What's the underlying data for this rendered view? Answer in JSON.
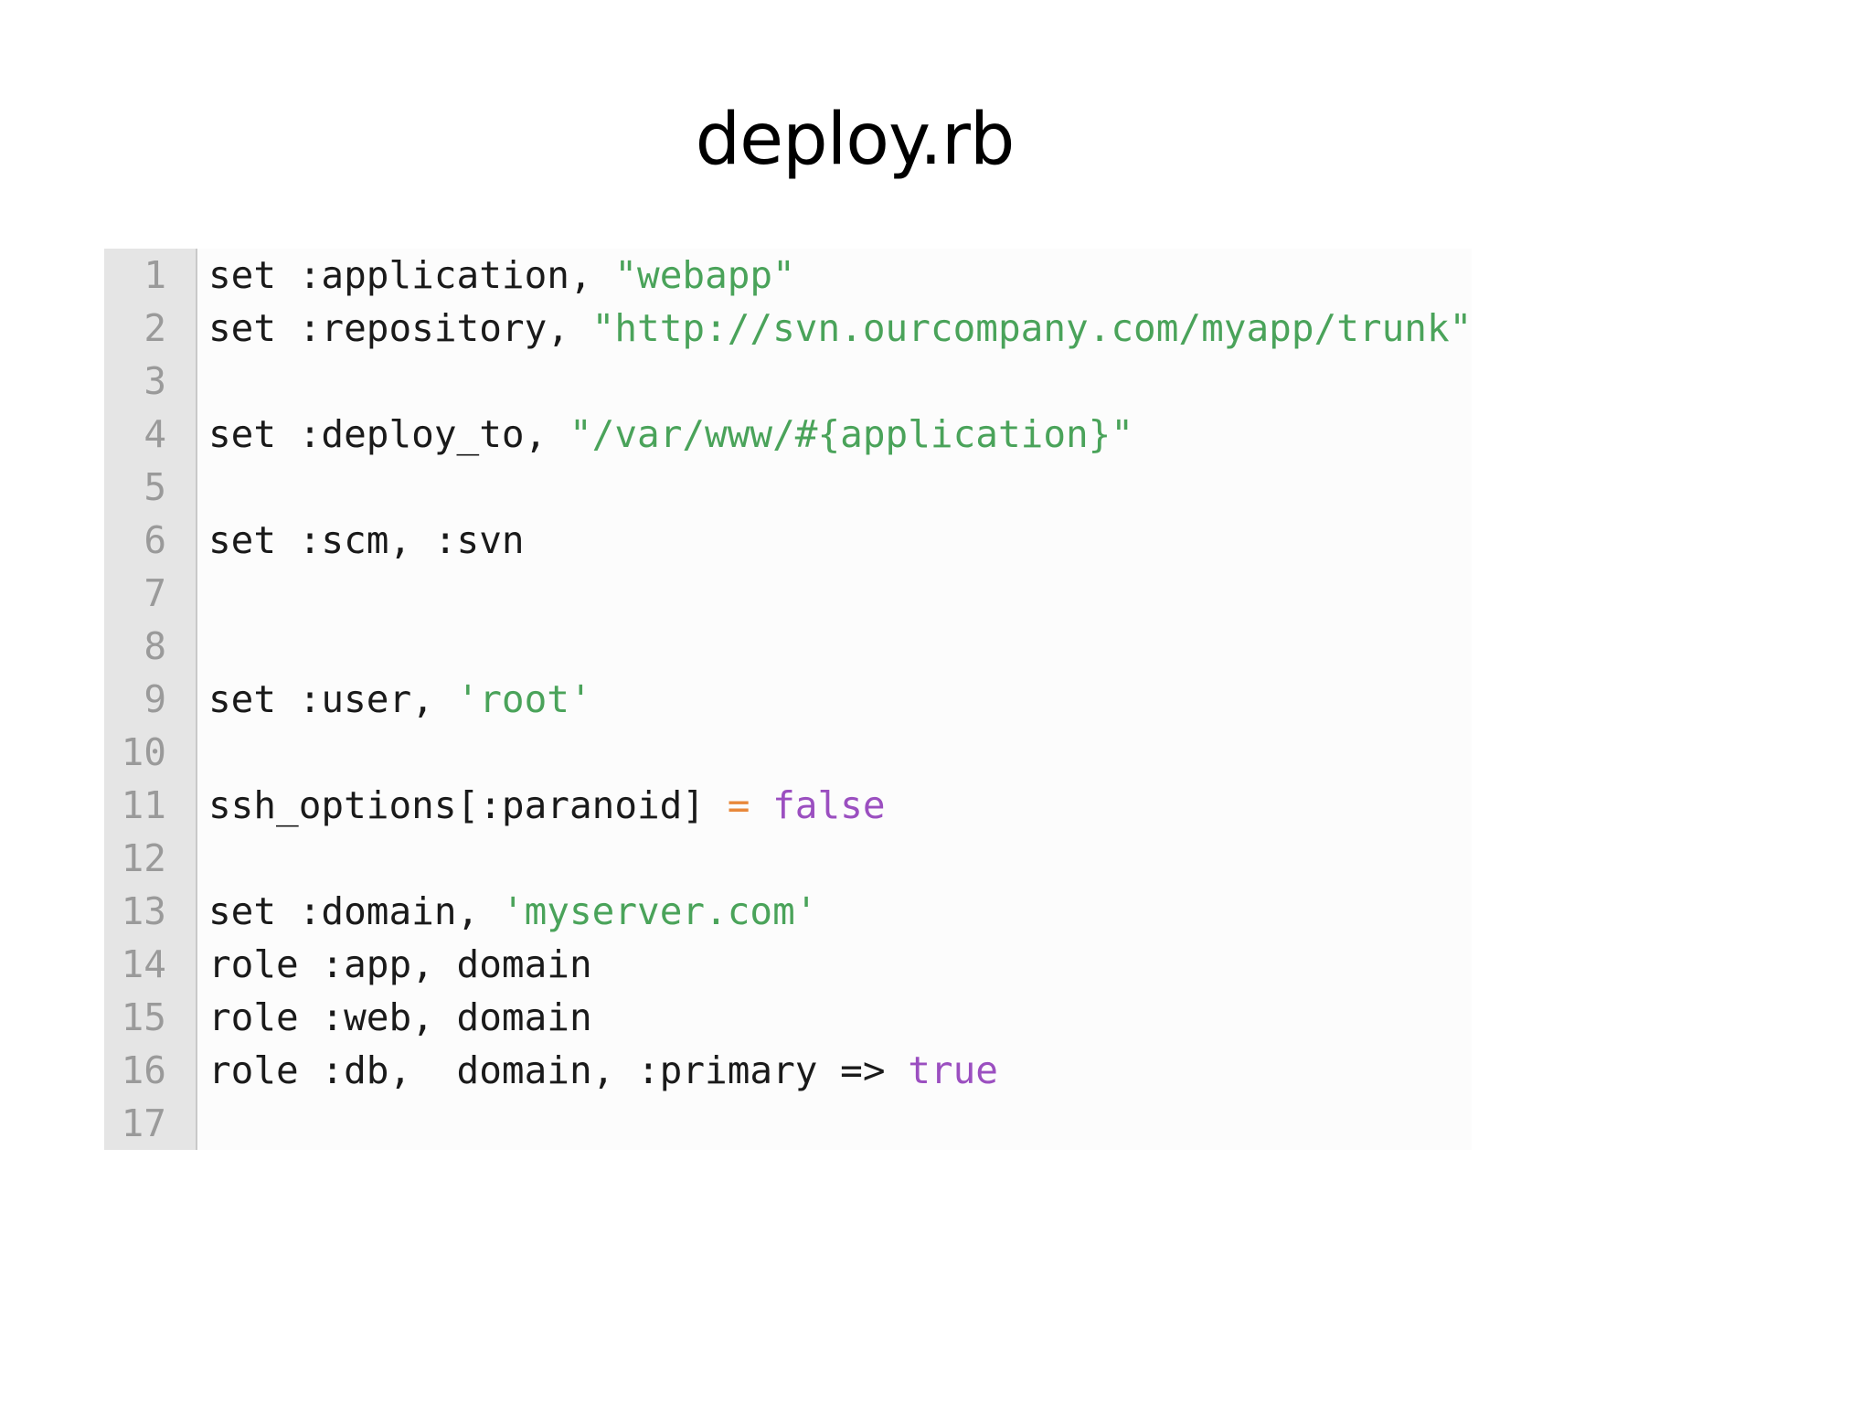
{
  "title": "deploy.rb",
  "colors": {
    "plain": "#1a1a1a",
    "string": "#4aa35a",
    "operator": "#e8883a",
    "keyword": "#9b4fc0",
    "gutter_bg": "#e5e5e5",
    "line_number": "#9a9a9a"
  },
  "lines": [
    {
      "num": "1",
      "tokens": [
        {
          "t": "set :application, ",
          "k": "plain"
        },
        {
          "t": "\"webapp\"",
          "k": "str"
        }
      ]
    },
    {
      "num": "2",
      "tokens": [
        {
          "t": "set :repository, ",
          "k": "plain"
        },
        {
          "t": "\"http://svn.ourcompany.com/myapp/trunk\"",
          "k": "str"
        }
      ]
    },
    {
      "num": "3",
      "tokens": []
    },
    {
      "num": "4",
      "tokens": [
        {
          "t": "set :deploy_to, ",
          "k": "plain"
        },
        {
          "t": "\"/var/www/#{application}\"",
          "k": "str"
        }
      ]
    },
    {
      "num": "5",
      "tokens": []
    },
    {
      "num": "6",
      "tokens": [
        {
          "t": "set :scm, :svn",
          "k": "plain"
        }
      ]
    },
    {
      "num": "7",
      "tokens": []
    },
    {
      "num": "8",
      "tokens": []
    },
    {
      "num": "9",
      "tokens": [
        {
          "t": "set :user, ",
          "k": "plain"
        },
        {
          "t": "'root'",
          "k": "str"
        }
      ]
    },
    {
      "num": "10",
      "tokens": []
    },
    {
      "num": "11",
      "tokens": [
        {
          "t": "ssh_options[:paranoid] ",
          "k": "plain"
        },
        {
          "t": "=",
          "k": "op"
        },
        {
          "t": " ",
          "k": "plain"
        },
        {
          "t": "false",
          "k": "kw"
        }
      ]
    },
    {
      "num": "12",
      "tokens": []
    },
    {
      "num": "13",
      "tokens": [
        {
          "t": "set :domain, ",
          "k": "plain"
        },
        {
          "t": "'myserver.com'",
          "k": "str"
        }
      ]
    },
    {
      "num": "14",
      "tokens": [
        {
          "t": "role :app, domain",
          "k": "plain"
        }
      ]
    },
    {
      "num": "15",
      "tokens": [
        {
          "t": "role :web, domain",
          "k": "plain"
        }
      ]
    },
    {
      "num": "16",
      "tokens": [
        {
          "t": "role :db,  domain, :primary => ",
          "k": "plain"
        },
        {
          "t": "true",
          "k": "kw"
        }
      ]
    },
    {
      "num": "17",
      "tokens": []
    }
  ]
}
